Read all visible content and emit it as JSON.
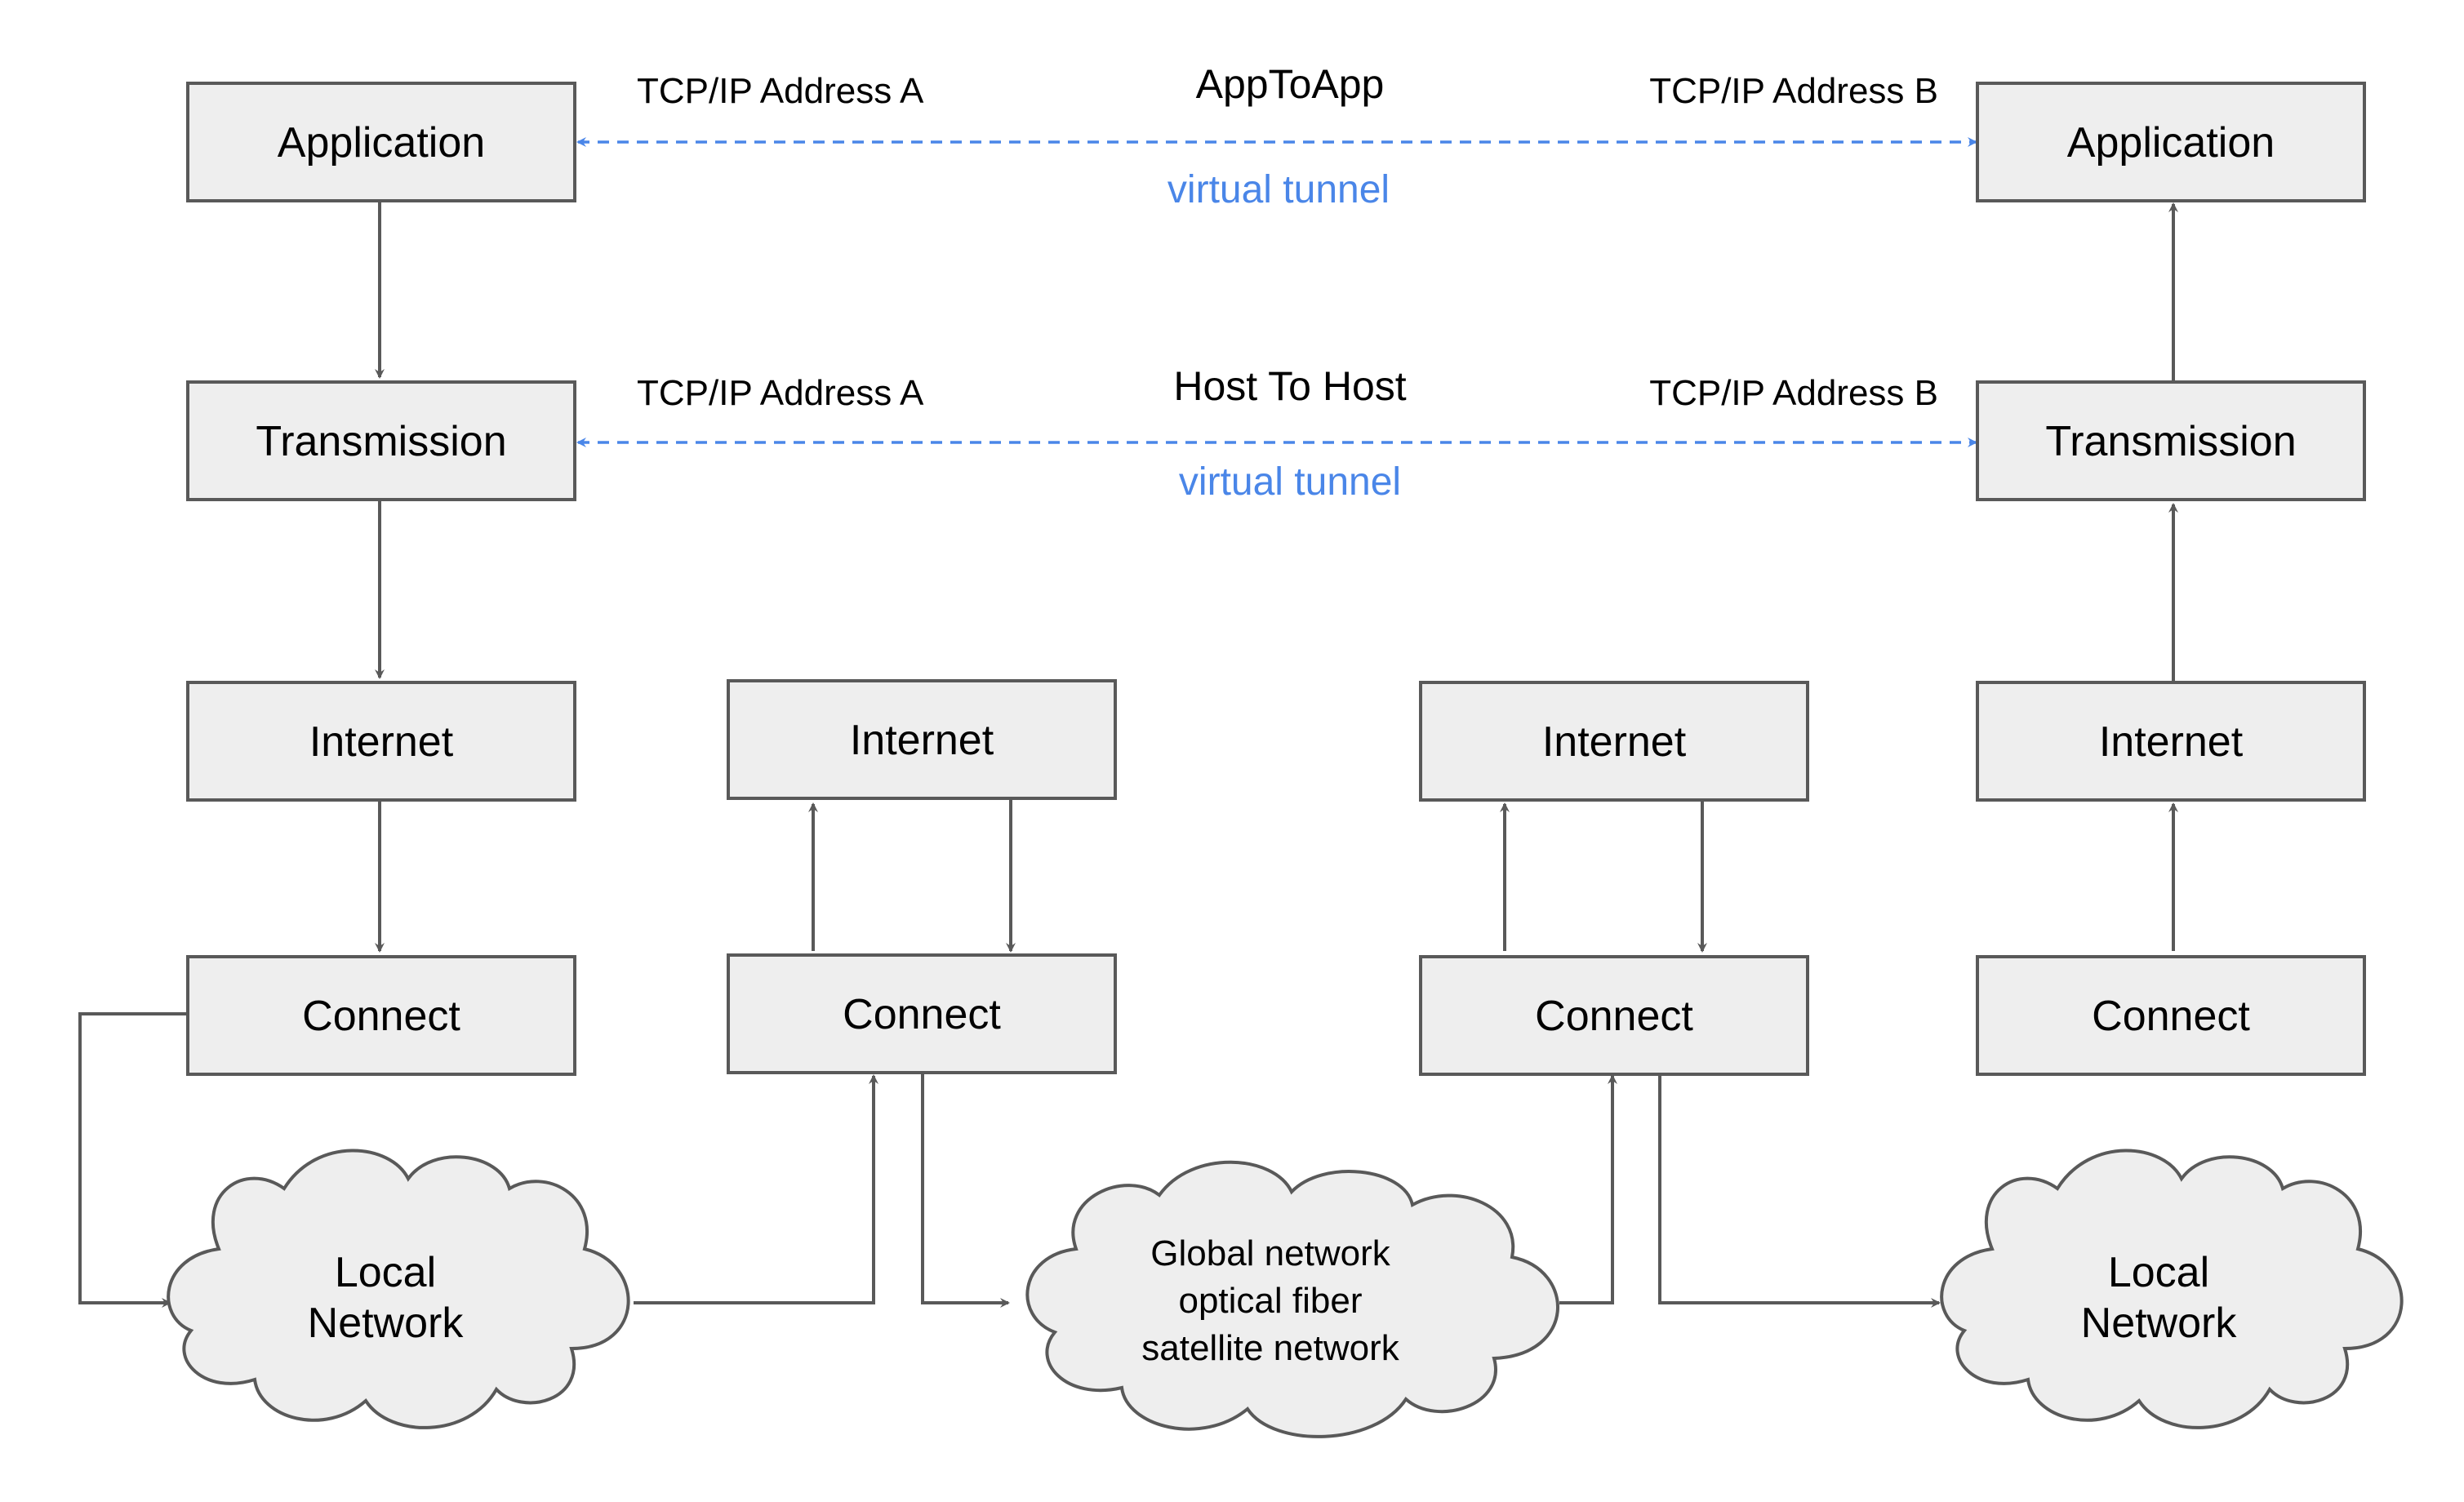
{
  "colors": {
    "box_fill": "#eeeeee",
    "box_stroke": "#595959",
    "arrow": "#595959",
    "tunnel": "#4a86e8",
    "text": "#000000",
    "background": "#ffffff"
  },
  "left_stack": {
    "application": "Application",
    "transmission": "Transmission",
    "internet": "Internet",
    "connect": "Connect"
  },
  "right_stack": {
    "application": "Application",
    "transmission": "Transmission",
    "internet": "Internet",
    "connect": "Connect"
  },
  "router_1": {
    "internet": "Internet",
    "connect": "Connect"
  },
  "router_2": {
    "internet": "Internet",
    "connect": "Connect"
  },
  "app_tunnel": {
    "title": "AppToApp",
    "address_a": "TCP/IP Address A",
    "address_b": "TCP/IP Address B",
    "label": "virtual tunnel"
  },
  "host_tunnel": {
    "title": "Host To Host",
    "address_a": "TCP/IP Address A",
    "address_b": "TCP/IP Address B",
    "label": "virtual tunnel"
  },
  "clouds": {
    "local_left": {
      "line1": "Local",
      "line2": "Network"
    },
    "global": {
      "line1": "Global network",
      "line2": "optical fiber",
      "line3": "satellite network"
    },
    "local_right": {
      "line1": "Local",
      "line2": "Network"
    }
  }
}
